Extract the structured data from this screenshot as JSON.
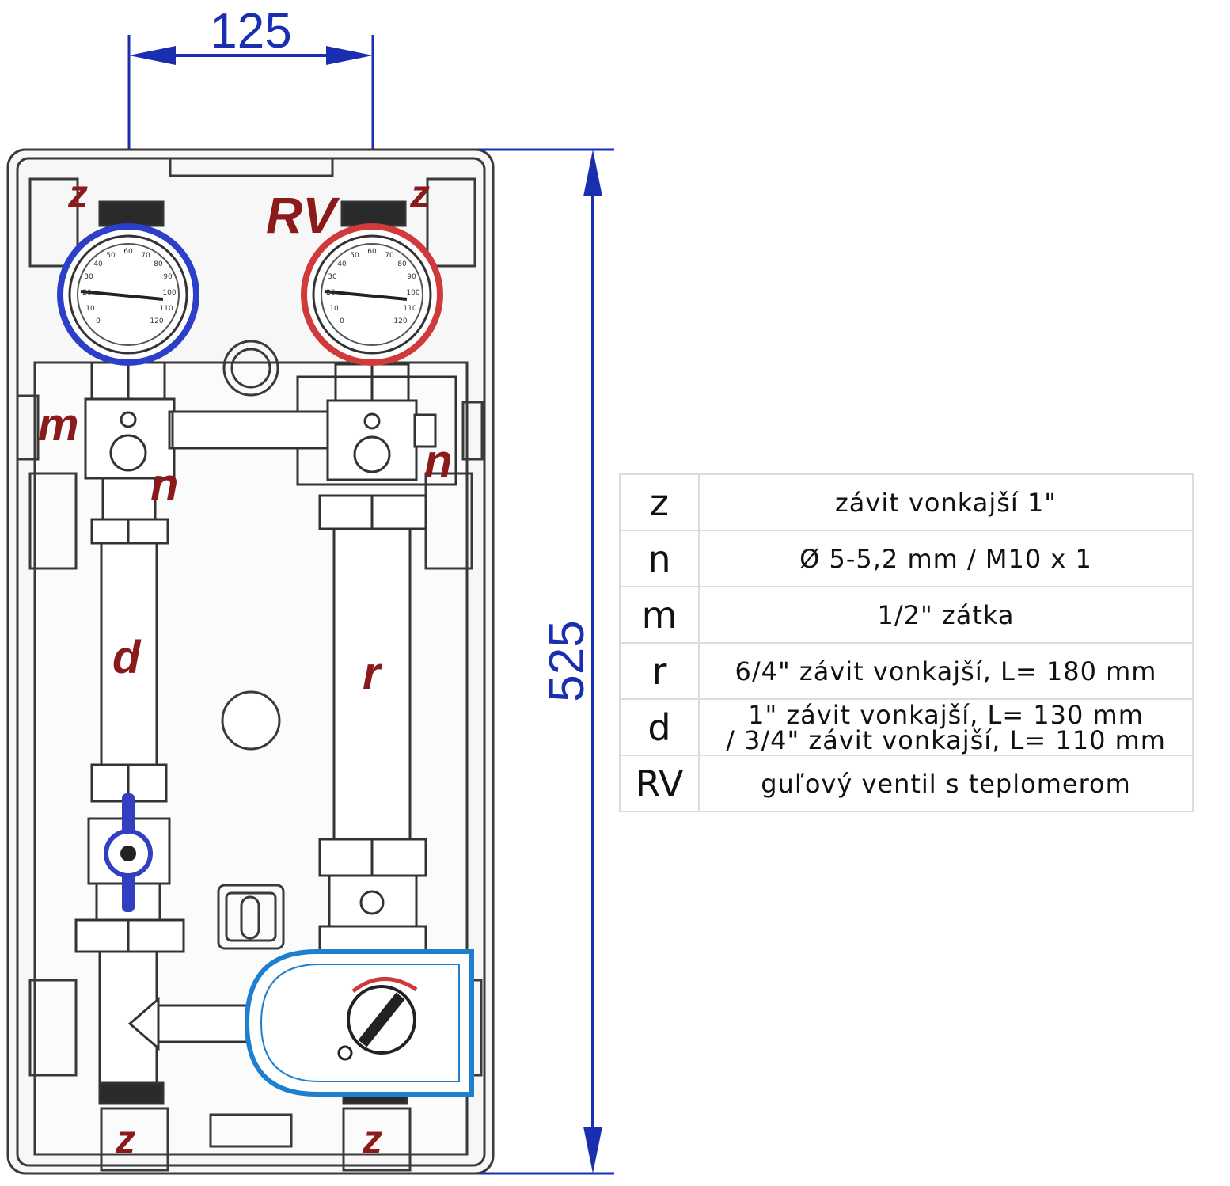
{
  "dimensions": {
    "width": "125",
    "height": "525"
  },
  "labels": {
    "z_top_left": "z",
    "z_top_right": "z",
    "rv": "RV",
    "m": "m",
    "n_left": "n",
    "n_right": "n",
    "d": "d",
    "r": "r",
    "z_bottom_left": "z",
    "z_bottom_right": "z"
  },
  "gauges": {
    "ticks": [
      "60",
      "70",
      "50",
      "80",
      "40",
      "90",
      "30",
      "100",
      "20",
      "110",
      "10",
      "120",
      "0"
    ]
  },
  "legend": [
    {
      "code": "z",
      "desc": [
        "závit vonkajší 1\""
      ]
    },
    {
      "code": "n",
      "desc": [
        "Ø 5-5,2 mm / M10 x 1"
      ]
    },
    {
      "code": "m",
      "desc": [
        "1/2\" zátka"
      ]
    },
    {
      "code": "r",
      "desc": [
        "6/4\" závit vonkajší, L= 180 mm"
      ]
    },
    {
      "code": "d",
      "desc": [
        "1\" závit vonkajší, L= 130 mm",
        "/ 3/4\" závit vonkajší, L= 110 mm"
      ]
    },
    {
      "code": "RV",
      "desc": [
        "guľový ventil s teplomerom"
      ]
    }
  ],
  "colors": {
    "dimension": "#1a2fb0",
    "label": "#8b1a1a",
    "cold": "#2c3fc8",
    "hot": "#d03a3a",
    "pump": "#1e7fd0"
  }
}
